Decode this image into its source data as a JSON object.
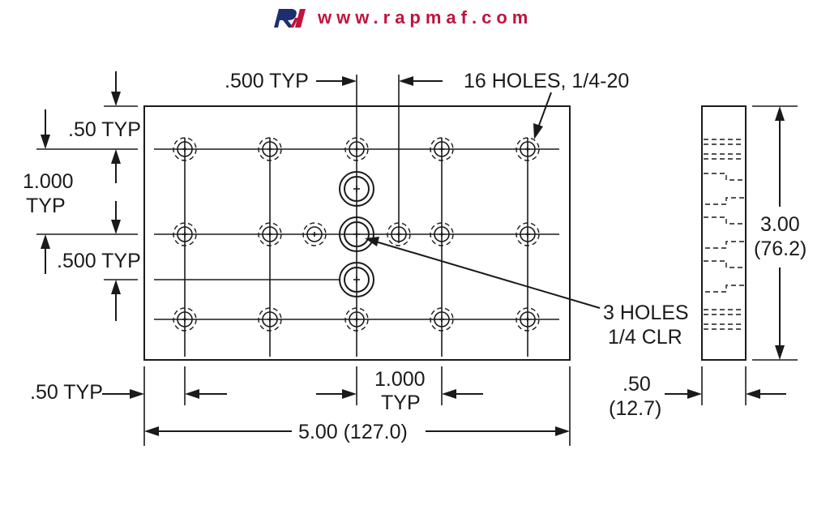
{
  "brand": {
    "logo_text": "RM",
    "url": "www.rapmaf.com",
    "color": "#c0143c",
    "logo_color": "#1f2e6e"
  },
  "drawing": {
    "top_spacing": ".500 TYP",
    "tapped_holes_callout": "16 HOLES, 1/4-20",
    "edge_offset_label": ".50 TYP",
    "row_spacing_line1": "1.000",
    "row_spacing_line2": "TYP",
    "half_spacing_label": ".500 TYP",
    "bottom_edge_offset": ".50 TYP",
    "col_spacing_line1": "1.000",
    "col_spacing_line2": "TYP",
    "overall_length": "5.00 (127.0)",
    "height_line1": "3.00",
    "height_line2": "(76.2)",
    "clearance_line1": "3 HOLES",
    "clearance_line2": "1/4 CLR",
    "thickness_line1": ".50",
    "thickness_line2": "(12.7)"
  }
}
